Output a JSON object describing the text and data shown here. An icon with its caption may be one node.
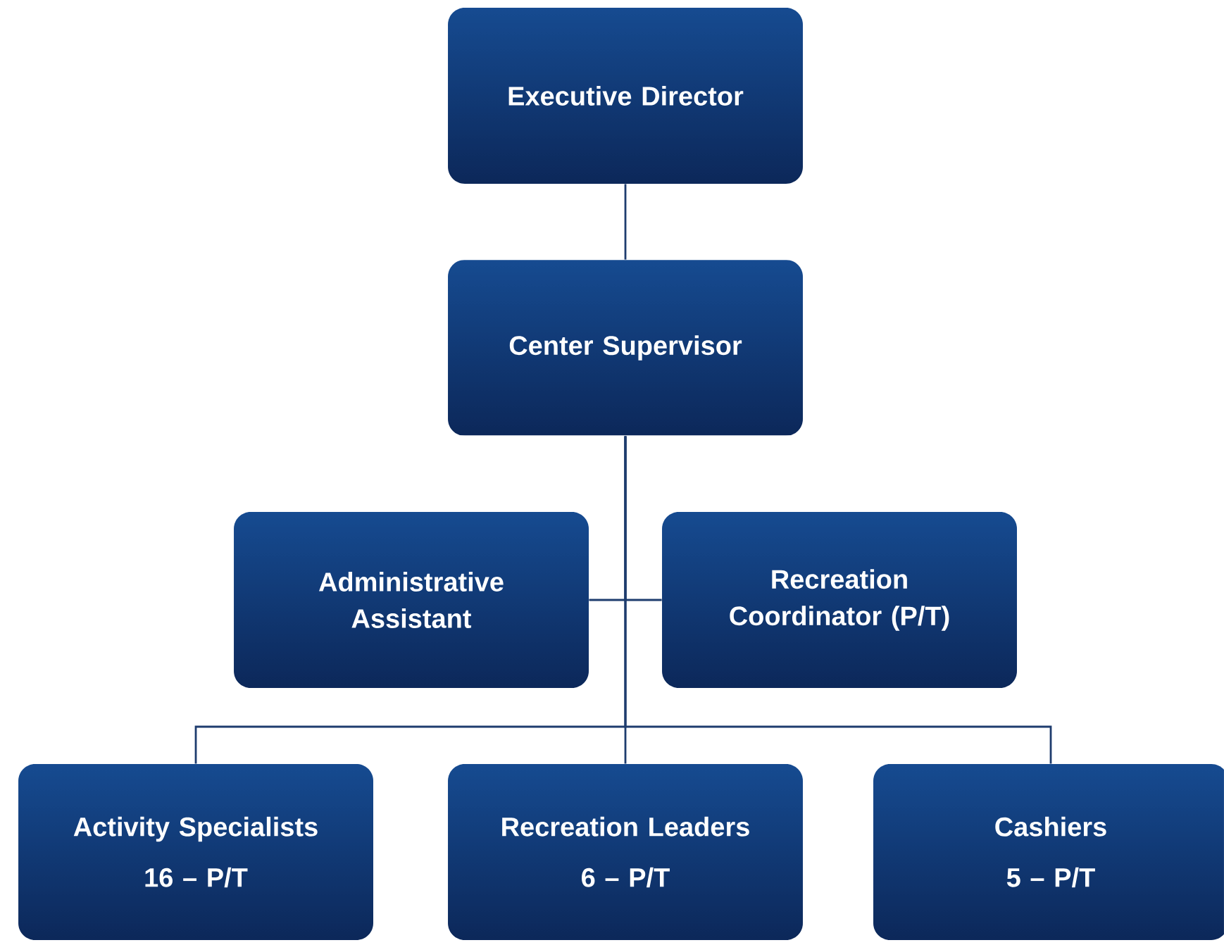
{
  "diagram": {
    "nodes": [
      {
        "text": [
          "Executive Director"
        ]
      },
      {
        "text": [
          "Center Supervisor"
        ]
      },
      {
        "text": [
          "Administrative Assistant"
        ]
      },
      {
        "text": [
          "Recreation Coordinator (P/T)"
        ]
      },
      {
        "text": [
          "Activity Specialists",
          "16 – P/T"
        ]
      },
      {
        "text": [
          "Recreation Leaders",
          "6 – P/T"
        ]
      },
      {
        "text": [
          "Cashiers",
          "5 – P/T"
        ]
      }
    ],
    "edges": [
      {
        "from": 0,
        "to": 1,
        "arrow": "none"
      },
      {
        "from": 1,
        "to": 2,
        "arrow": "none"
      },
      {
        "from": 1,
        "to": 3,
        "arrow": "none"
      },
      {
        "from": 1,
        "to": 4,
        "arrow": "none"
      },
      {
        "from": 1,
        "to": 5,
        "arrow": "none"
      },
      {
        "from": 1,
        "to": 6,
        "arrow": "none"
      }
    ]
  }
}
